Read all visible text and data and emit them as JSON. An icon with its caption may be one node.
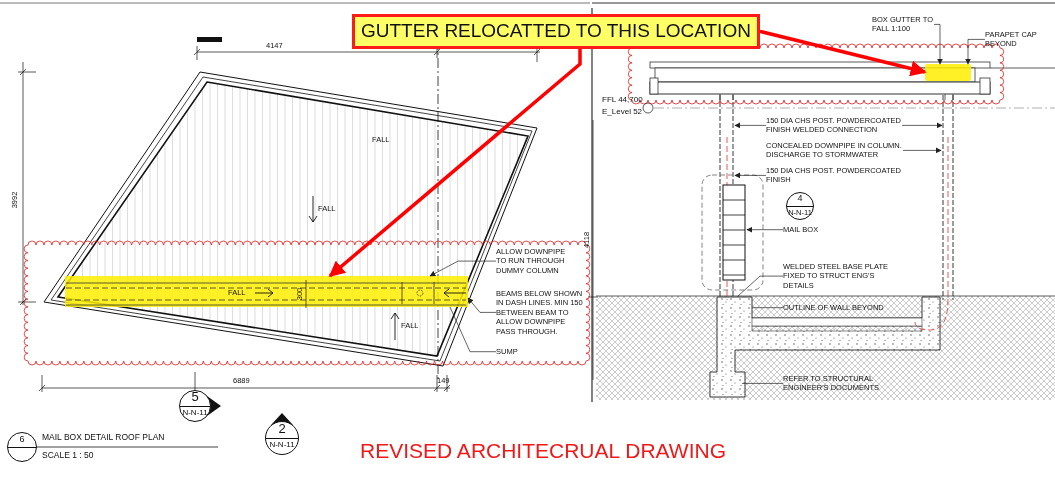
{
  "diagram": {
    "nodes": [
      {
        "text": [
          "GUTTER RELOCATTED TO THIS LOCATION"
        ]
      },
      {
        "text": [
          "ALLOW DOWNPIPE TO RUN THROUGH DUMMY COLUMN"
        ]
      },
      {
        "text": [
          "BEAMS BELOW SHOWN IN DASH LINES. MIN 150 BETWEEN BEAM TO ALLOW DOWNPIPE PASS THROUGH."
        ]
      },
      {
        "text": [
          "SUMP"
        ]
      },
      {
        "text": [
          "5",
          "N-N-11"
        ]
      },
      {
        "text": [
          "2",
          "N-N-11"
        ]
      },
      {
        "text": [
          "6"
        ],
        "beside": [
          "MAIL BOX DETAIL ROOF PLAN",
          "SCALE 1 : 50"
        ]
      },
      {
        "text": [
          "BOX GUTTER TO FALL 1:100"
        ]
      },
      {
        "text": [
          "PARAPET CAP BEYOND"
        ]
      },
      {
        "text": [
          "150 DIA CHS POST. POWDERCOATED FINISH WELDED CONNECTION"
        ]
      },
      {
        "text": [
          "CONCEALED DOWNPIPE IN COLUMN. DISCHARGE TO STORMWATER"
        ]
      },
      {
        "text": [
          "150 DIA CHS POST. POWDERCOATED FINISH"
        ]
      },
      {
        "text": [
          "4",
          "N-N-11"
        ]
      },
      {
        "text": [
          "MAIL BOX"
        ]
      },
      {
        "text": [
          "WELDED STEEL BASE PLATE FIXED TO STRUCT ENG'S DETAILS"
        ]
      },
      {
        "text": [
          "OUTLINE OF WALL BEYOND"
        ]
      },
      {
        "text": [
          "REFER TO STRUCTURAL ENGINEER'S DOCUMENTS"
        ]
      },
      {
        "text": [],
        "shape": "bar"
      },
      {
        "text": [],
        "shape": "box"
      }
    ],
    "edges": [
      {
        "from": 0,
        "to": 17,
        "arrow": "to",
        "style": "thick",
        "color": "#ff0000"
      },
      {
        "from": 0,
        "to": 18,
        "arrow": "to",
        "style": "thick",
        "color": "#ff0000"
      },
      {
        "from": 1,
        "to": 17,
        "arrow": "to"
      },
      {
        "from": 2,
        "to": 17,
        "arrow": "to"
      },
      {
        "from": 3,
        "to": 17,
        "arrow": "none"
      },
      {
        "from": 7,
        "to": 18,
        "arrow": "to"
      },
      {
        "from": 8,
        "to": 18,
        "arrow": "to"
      },
      {
        "from": 9,
        "to": null,
        "arrow": "to"
      },
      {
        "from": 9,
        "to": null,
        "arrow": "to"
      },
      {
        "from": 10,
        "to": null,
        "arrow": "to"
      },
      {
        "from": 11,
        "to": null,
        "arrow": "to"
      },
      {
        "from": 13,
        "to": null,
        "arrow": "to"
      },
      {
        "from": 14,
        "to": null,
        "arrow": "none"
      },
      {
        "from": 15,
        "to": null,
        "arrow": "none"
      },
      {
        "from": 16,
        "to": null,
        "arrow": "none"
      }
    ],
    "labels": [
      "4147",
      "3992",
      "FALL",
      "FALL",
      "4118",
      "FALL",
      "300",
      "FALL",
      "6889",
      "149",
      "REVISED ARCHITECRUAL DRAWING",
      "FFL 44,700",
      "E_Level 52"
    ]
  }
}
